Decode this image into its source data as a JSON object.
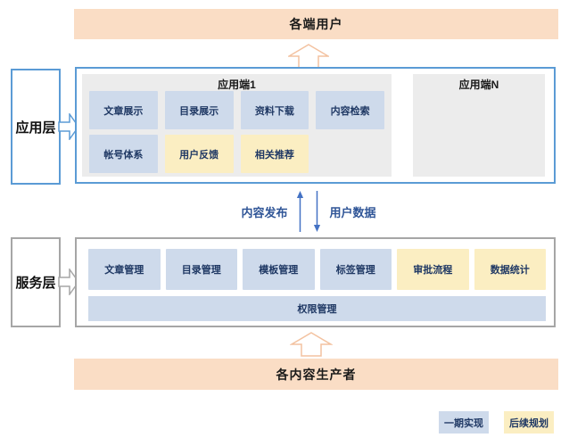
{
  "palette": {
    "peach_fill": "#FADDC5",
    "peach_stroke": "#F3C2A0",
    "blue_border": "#5B9BD5",
    "gray_border": "#A6A6A6",
    "panel_gray": "#ECECEC",
    "phase1_fill": "#CEDAEB",
    "planned_fill": "#FBEEC2",
    "navy_text": "#1F3864",
    "flow_blue": "#2F5597",
    "flow_arrow_blue": "#4472C4"
  },
  "top_banner": {
    "label": "各端用户"
  },
  "app_layer": {
    "label": "应用层",
    "client1": {
      "title": "应用端1",
      "row1": [
        {
          "label": "文章展示",
          "phase": "一期实现"
        },
        {
          "label": "目录展示",
          "phase": "一期实现"
        },
        {
          "label": "资料下载",
          "phase": "一期实现"
        },
        {
          "label": "内容检索",
          "phase": "一期实现"
        }
      ],
      "row2": [
        {
          "label": "帐号体系",
          "phase": "一期实现"
        },
        {
          "label": "用户反馈",
          "phase": "后续规划"
        },
        {
          "label": "相关推荐",
          "phase": "后续规划"
        }
      ]
    },
    "clientN": {
      "title": "应用端N"
    }
  },
  "flows": {
    "publish_label": "内容发布",
    "userdata_label": "用户数据"
  },
  "service_layer": {
    "label": "服务层",
    "boxes": [
      {
        "label": "文章管理",
        "phase": "一期实现"
      },
      {
        "label": "目录管理",
        "phase": "一期实现"
      },
      {
        "label": "模板管理",
        "phase": "一期实现"
      },
      {
        "label": "标签管理",
        "phase": "一期实现"
      },
      {
        "label": "审批流程",
        "phase": "后续规划"
      },
      {
        "label": "数据统计",
        "phase": "后续规划"
      }
    ],
    "full_width_box": {
      "label": "权限管理",
      "phase": "一期实现"
    }
  },
  "bottom_banner": {
    "label": "各内容生产者"
  },
  "legend": [
    {
      "label": "一期实现"
    },
    {
      "label": "后续规划"
    }
  ]
}
